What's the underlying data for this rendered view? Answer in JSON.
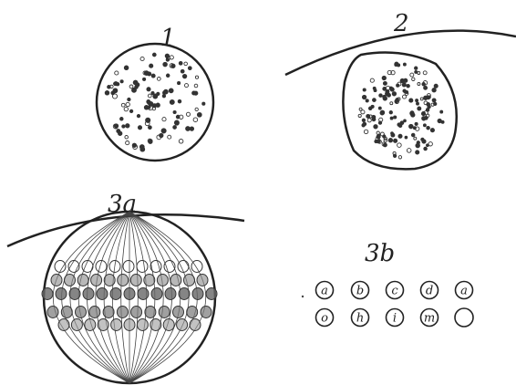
{
  "figures": [
    {
      "id": "fig1",
      "label": "1",
      "caption_role": "spherical cell with scattered granules"
    },
    {
      "id": "fig2",
      "label": "2",
      "caption_role": "cell beneath curved boundary with dense granules"
    },
    {
      "id": "fig3a",
      "label": "3a",
      "caption_role": "sphere with meridional lines and equatorial chromosome rows"
    },
    {
      "id": "fig3b",
      "label": "3b",
      "caption_role": "chromosome key"
    }
  ],
  "chromosome_key": {
    "row1": [
      "a",
      "b",
      "c",
      "d",
      "a"
    ],
    "row2": [
      "o",
      "h",
      "i",
      "m",
      ""
    ]
  },
  "colors": {
    "ink": "#222222",
    "paper": "#ffffff"
  }
}
